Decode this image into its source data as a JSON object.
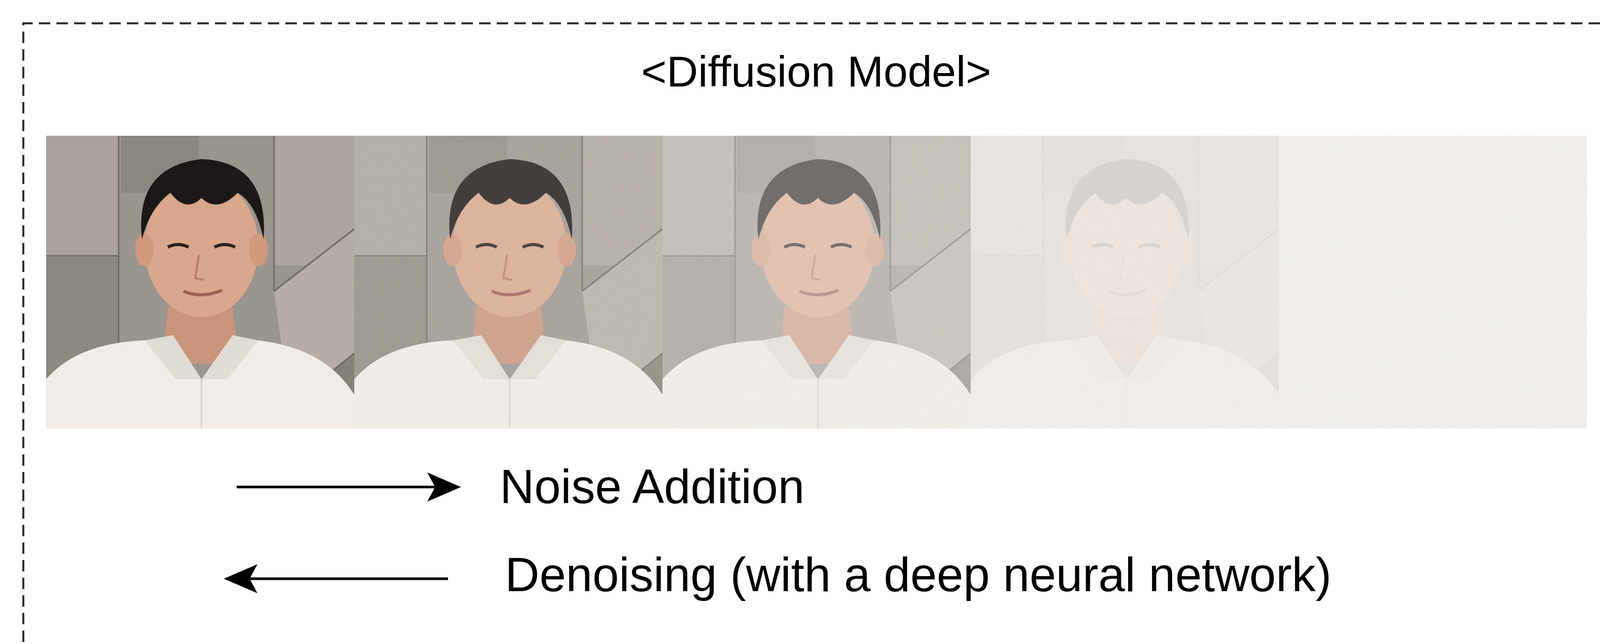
{
  "diagram": {
    "title": "<Diffusion Model>",
    "labels": [
      "Noise Addition",
      "Denoising (with a deep neural network)"
    ]
  }
}
